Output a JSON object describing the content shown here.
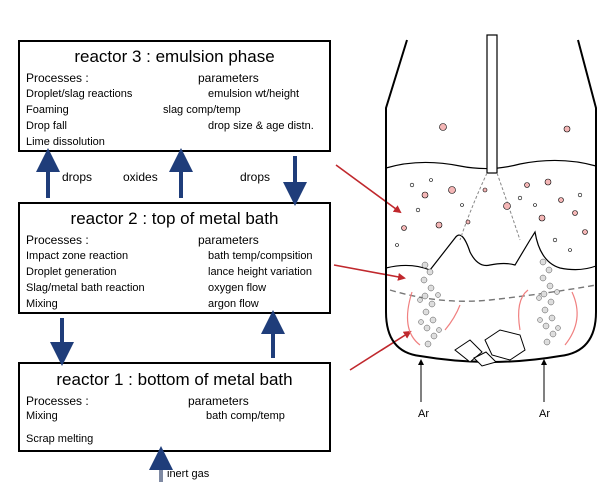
{
  "reactor3": {
    "title": "reactor 3 : emulsion phase",
    "processes_header": "Processes :",
    "parameters_header": "parameters",
    "processes": [
      "Droplet/slag reactions",
      "Foaming",
      "Drop fall",
      "Lime dissolution"
    ],
    "parameters": [
      "emulsion wt/height",
      "slag comp/temp",
      "drop size & age distn."
    ]
  },
  "reactor2": {
    "title": "reactor 2 : top of metal bath",
    "processes_header": "Processes :",
    "parameters_header": "parameters",
    "processes": [
      "Impact zone reaction",
      "Droplet generation",
      "Slag/metal bath reaction",
      "Mixing"
    ],
    "parameters": [
      "bath temp/compsition",
      "lance height variation",
      "oxygen flow",
      "argon flow"
    ]
  },
  "reactor1": {
    "title": "reactor 1 : bottom of metal bath",
    "processes_header": "Processes :",
    "parameters_header": "parameters",
    "processes": [
      "Mixing",
      "Scrap melting"
    ],
    "parameters": [
      "bath comp/temp"
    ]
  },
  "flow_labels": {
    "drops_left": "drops",
    "oxides": "oxides",
    "drops_right": "drops",
    "inert_gas": "inert gas"
  },
  "vessel": {
    "ar_left": "Ar",
    "ar_right": "Ar"
  },
  "colors": {
    "arrow_blue": "#1f3d7a",
    "pointer_red": "#c0282d",
    "droplet_pink": "#f4b6b6"
  }
}
